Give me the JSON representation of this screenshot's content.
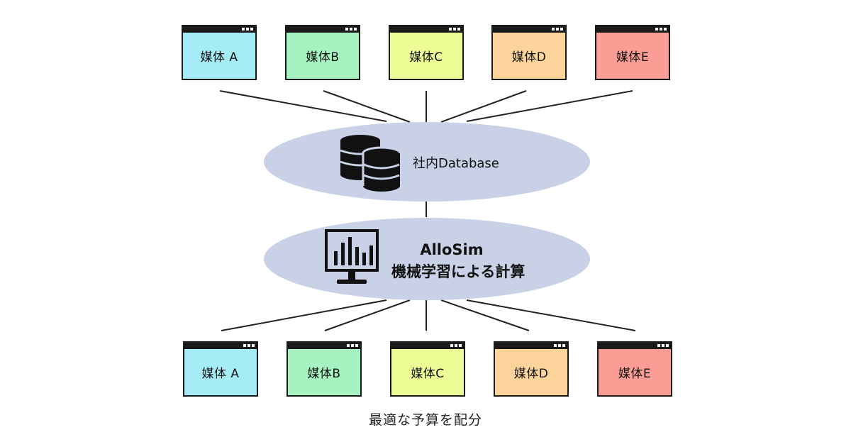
{
  "colors": {
    "media_a": "#a6ecf7",
    "media_b": "#a6f2c0",
    "media_c": "#eefc96",
    "media_d": "#fcd49b",
    "media_e": "#fb9c95",
    "ellipse": "#c9d1e6",
    "line": "#222222"
  },
  "top_media": [
    {
      "label": "媒体 A"
    },
    {
      "label": "媒体B"
    },
    {
      "label": "媒体C"
    },
    {
      "label": "媒体D"
    },
    {
      "label": "媒体E"
    }
  ],
  "database": {
    "icon": "database-icon",
    "label": "社内Database"
  },
  "allosim": {
    "icon": "bar-chart-monitor-icon",
    "title": "AlloSim",
    "subtitle": "機械学習による計算"
  },
  "bottom_media": [
    {
      "label": "媒体 A"
    },
    {
      "label": "媒体B"
    },
    {
      "label": "媒体C"
    },
    {
      "label": "媒体D"
    },
    {
      "label": "媒体E"
    }
  ],
  "caption": "最適な予算を配分"
}
